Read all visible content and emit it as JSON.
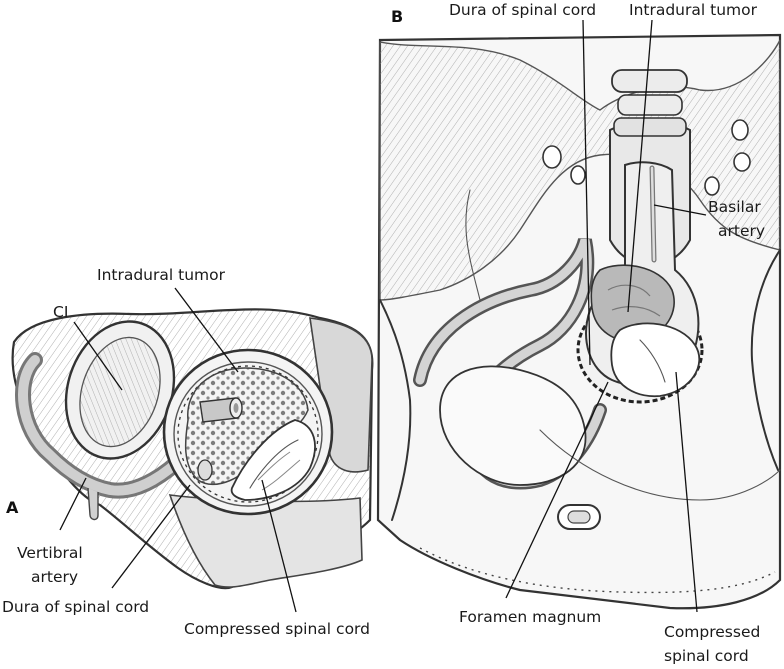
{
  "panels": {
    "a": {
      "letter": "A",
      "labels": {
        "ci": "CI",
        "intradural_tumor": "Intradural tumor",
        "vertebral_artery_1": "Vertibral",
        "vertebral_artery_2": "artery",
        "dura": "Dura of spinal cord",
        "compressed_cord": "Compressed spinal cord"
      }
    },
    "b": {
      "letter": "B",
      "labels": {
        "dura": "Dura of spinal cord",
        "intradural_tumor": "Intradural tumor",
        "basilar_artery_1": "Basilar",
        "basilar_artery_2": "artery",
        "foramen_magnum": "Foramen magnum",
        "compressed_cord_1": "Compressed",
        "compressed_cord_2": "spinal cord"
      }
    }
  },
  "colors": {
    "ink": "#333333",
    "shade_dark": "#9c9c9c",
    "shade_mid": "#c4c4c4",
    "shade_light": "#e2e2e2",
    "paper": "#ffffff"
  }
}
